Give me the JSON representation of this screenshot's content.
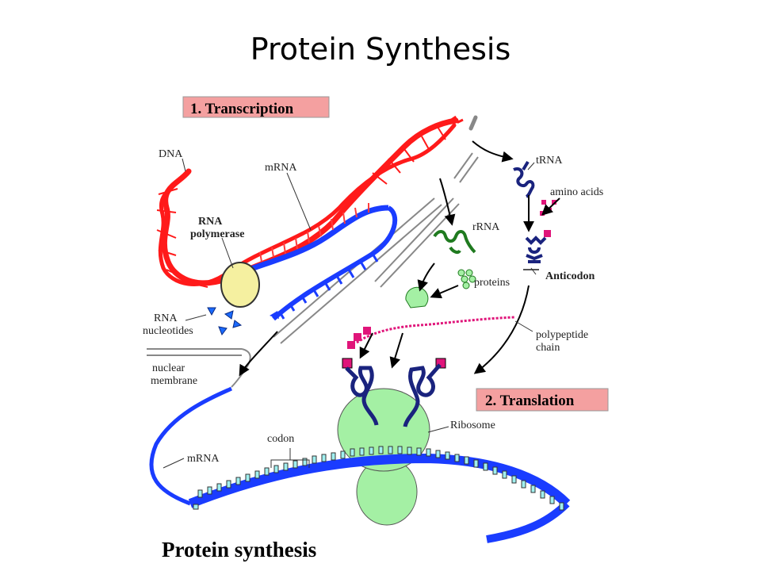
{
  "slide": {
    "title": "Protein Synthesis"
  },
  "figure": {
    "caption": "Protein synthesis",
    "steps": {
      "transcription": "1. Transcription",
      "translation": "2. Translation"
    },
    "labels": {
      "dna": "DNA",
      "mrna_top": "mRNA",
      "rna_polymerase_1": "RNA",
      "rna_polymerase_2": "polymerase",
      "rna_nucleotides_1": "RNA",
      "rna_nucleotides_2": "nucleotides",
      "nuclear_membrane_1": "nuclear",
      "nuclear_membrane_2": "membrane",
      "trna": "tRNA",
      "amino_acids": "amino acids",
      "rrna": "rRNA",
      "proteins": "proteins",
      "anticodon": "Anticodon",
      "polypeptide_1": "polypeptide",
      "polypeptide_2": "chain",
      "ribosome": "Ribosome",
      "codon": "codon",
      "mrna_bottom": "mRNA"
    },
    "colors": {
      "dna": "#ff1a1a",
      "mrna": "#1a3cff",
      "ribosome": "#a4f0a4",
      "trna": "#1a237e",
      "amino_acid": "#e0157a",
      "rrna": "#1f7a1f",
      "polymerase": "#f5f0a0",
      "step_box": "#f4a0a0",
      "mrna_tick": "#a0f0f0"
    }
  }
}
